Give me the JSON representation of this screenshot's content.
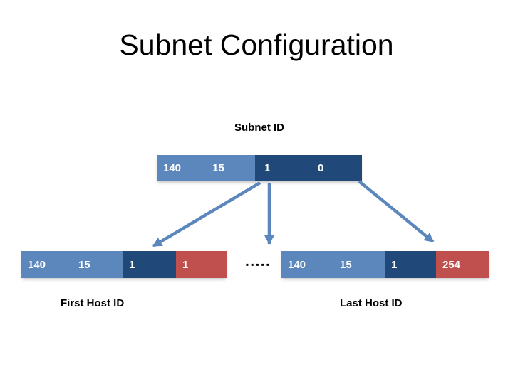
{
  "slide": {
    "title": "Subnet Configuration"
  },
  "subnet_section": {
    "label": "Subnet ID",
    "bar": {
      "cells": [
        {
          "value": "140",
          "color": "light_blue"
        },
        {
          "value": "15",
          "color": "light_blue"
        },
        {
          "value": "1",
          "color": "dark_blue"
        },
        {
          "value": "0",
          "color": "dark_blue"
        }
      ]
    }
  },
  "first_host": {
    "label": "First Host ID",
    "bar": {
      "cells": [
        {
          "value": "140",
          "color": "light_blue"
        },
        {
          "value": "15",
          "color": "light_blue"
        },
        {
          "value": "1",
          "color": "dark_blue"
        },
        {
          "value": "1",
          "color": "red"
        }
      ]
    }
  },
  "last_host": {
    "label": "Last Host ID",
    "bar": {
      "cells": [
        {
          "value": "140",
          "color": "light_blue"
        },
        {
          "value": "15",
          "color": "light_blue"
        },
        {
          "value": "1",
          "color": "dark_blue"
        },
        {
          "value": "254",
          "color": "red"
        }
      ]
    }
  },
  "separator": {
    "dots": "▪▪▪▪▪"
  },
  "colors": {
    "background": "#FFFFFF",
    "title_text": "#000000",
    "octet_light_blue": "#5B87BD",
    "octet_dark_blue": "#204878",
    "octet_red": "#C0504D",
    "bar_text": "#FFFFFF",
    "arrow": "#5B87BD"
  }
}
